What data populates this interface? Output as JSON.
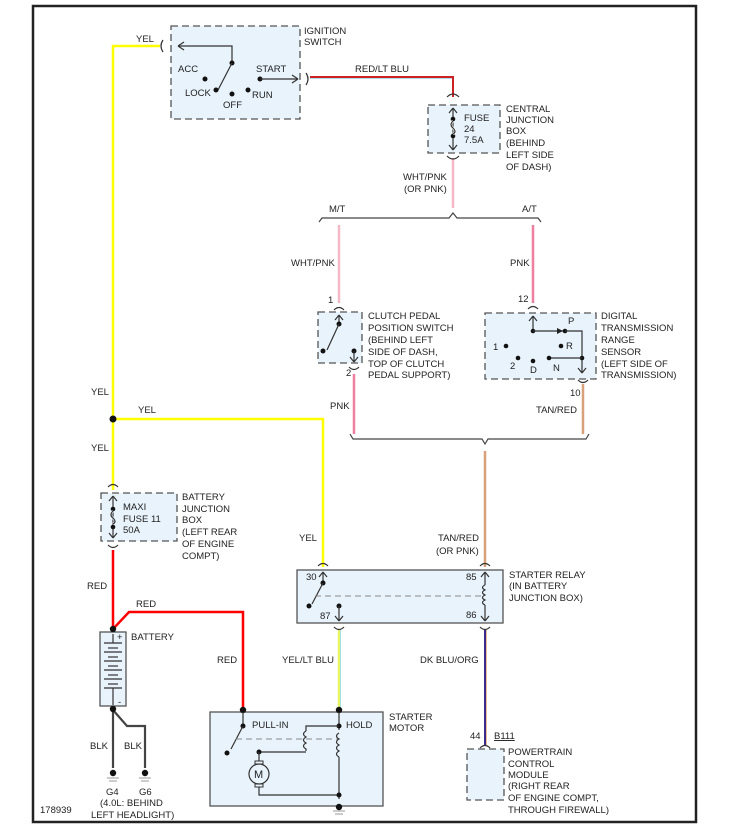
{
  "diagram_id": "178939",
  "colors": {
    "yel": "#ffff00",
    "red": "#ff0000",
    "red_lt_blu": "#cc2222",
    "wht_pnk": "#f4b8c8",
    "pnk": "#ef7fa0",
    "tan_red": "#d9a07a",
    "yel_lt_blu": "#e8f560",
    "dk_blu_org": "#3a2a8a",
    "blk": "#444444"
  },
  "components": {
    "ignition_switch": {
      "title_lines": [
        "IGNITION",
        "SWITCH"
      ],
      "positions": [
        "ACC",
        "LOCK",
        "OFF",
        "RUN",
        "START"
      ]
    },
    "central_junction_box": {
      "title_lines": [
        "CENTRAL",
        "JUNCTION",
        "BOX",
        "(BEHIND",
        "LEFT SIDE",
        "OF DASH)"
      ],
      "fuse_lines": [
        "FUSE",
        "24",
        "7.5A"
      ]
    },
    "clutch_switch": {
      "title_lines": [
        "CLUTCH PEDAL",
        "POSITION SWITCH",
        "(BEHIND LEFT",
        "SIDE OF DASH,",
        "TOP OF CLUTCH",
        "PEDAL SUPPORT)"
      ],
      "pin_in": "1",
      "pin_out": "2"
    },
    "trans_range_sensor": {
      "title_lines": [
        "DIGITAL",
        "TRANSMISSION",
        "RANGE",
        "SENSOR",
        "(LEFT SIDE OF",
        "TRANSMISSION)"
      ],
      "pin_in": "12",
      "pin_out": "10",
      "positions": [
        "P",
        "R",
        "N",
        "D",
        "2",
        "1"
      ]
    },
    "battery_junction_box": {
      "title_lines": [
        "BATTERY",
        "JUNCTION",
        "BOX",
        "(LEFT REAR",
        "OF ENGINE",
        "COMPT)"
      ],
      "fuse_lines": [
        "MAXI",
        "FUSE 11",
        "50A"
      ]
    },
    "starter_relay": {
      "title_lines": [
        "STARTER RELAY",
        "(IN BATTERY",
        "JUNCTION BOX)"
      ],
      "pins": [
        "30",
        "87",
        "85",
        "86"
      ]
    },
    "battery": {
      "title": "BATTERY",
      "plus": "+",
      "minus": "-"
    },
    "starter_motor": {
      "title_lines": [
        "STARTER",
        "MOTOR"
      ],
      "pull_in": "PULL-IN",
      "hold": "HOLD",
      "motor": "M"
    },
    "pcm": {
      "title_lines": [
        "POWERTRAIN",
        "CONTROL",
        "MODULE",
        "(RIGHT REAR",
        "OF ENGINE COMPT,",
        "THROUGH FIREWALL)"
      ],
      "pin": "44",
      "connector": "B111"
    },
    "grounds": {
      "g4": "G4",
      "g6": "G6",
      "location_lines": [
        "(4.0L: BEHIND",
        "LEFT HEADLIGHT)"
      ]
    }
  },
  "wire_labels": {
    "yel_top": "YEL",
    "red_lt_blu": "RED/LT BLU",
    "wht_pnk_or_pnk": [
      "WHT/PNK",
      "(OR PNK)"
    ],
    "mt": "M/T",
    "at": "A/T",
    "wht_pnk": "WHT/PNK",
    "pnk_at": "PNK",
    "pnk_clutch": "PNK",
    "tan_red_tr": "TAN/RED",
    "yel_mid1": "YEL",
    "yel_branch": "YEL",
    "yel_mid2": "YEL",
    "yel_relay": "YEL",
    "tan_red_or_pnk": [
      "TAN/RED",
      "(OR PNK)"
    ],
    "red_fuse": "RED",
    "red_batt": "RED",
    "red_starter": "RED",
    "yel_lt_blu": "YEL/LT BLU",
    "dk_blu_org": "DK BLU/ORG",
    "blk1": "BLK",
    "blk2": "BLK"
  }
}
